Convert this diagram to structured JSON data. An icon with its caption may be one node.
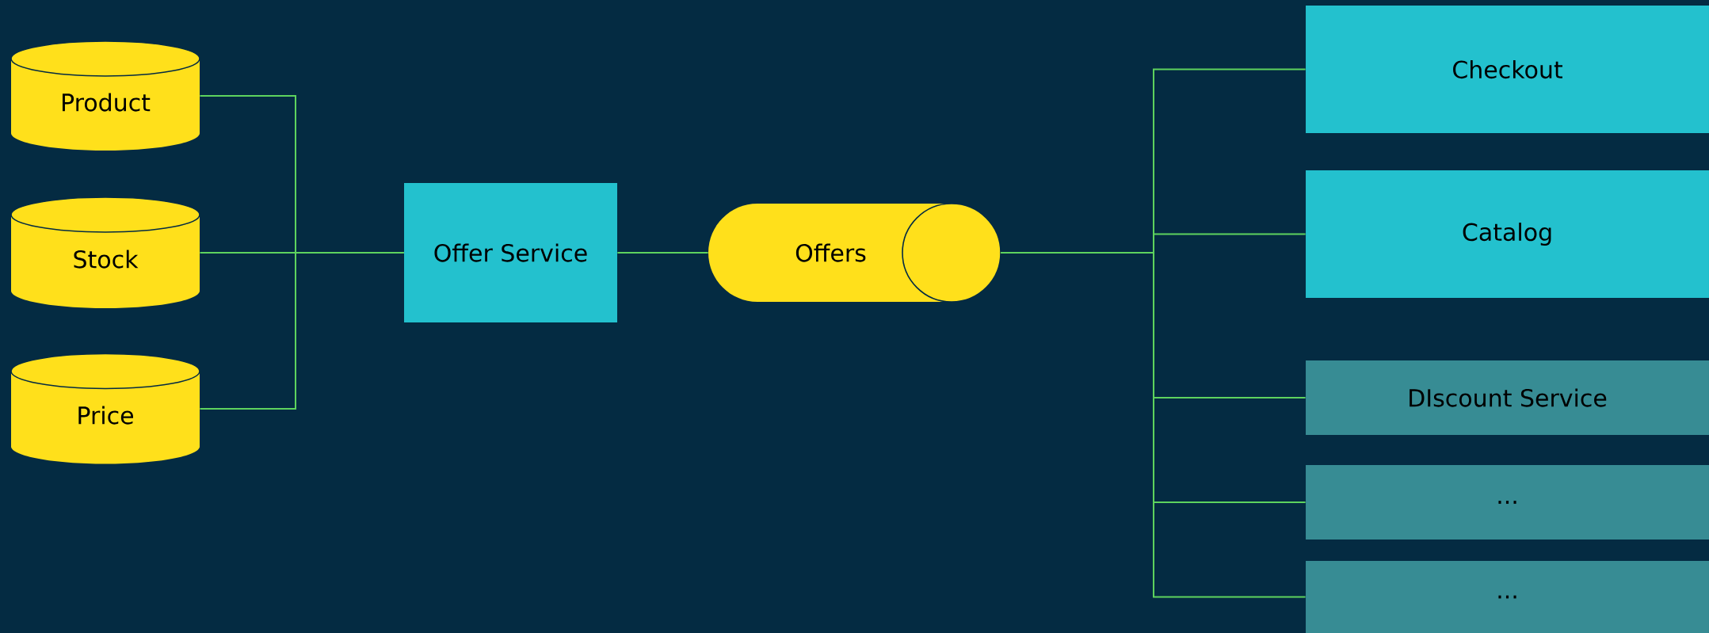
{
  "diagram": {
    "nodes": [
      {
        "text": [
          "Product"
        ]
      },
      {
        "text": [
          "Stock"
        ]
      },
      {
        "text": [
          "Price"
        ]
      },
      {
        "text": [
          "Offer Service"
        ]
      },
      {
        "text": [
          "Offers"
        ]
      },
      {
        "text": [
          "Checkout"
        ]
      },
      {
        "text": [
          "Catalog"
        ]
      },
      {
        "text": [
          "DIscount Service"
        ]
      },
      {
        "text": [
          "..."
        ]
      },
      {
        "text": [
          "..."
        ]
      }
    ],
    "edges": [
      {
        "from": 0,
        "to": 3,
        "arrow": "none"
      },
      {
        "from": 1,
        "to": 3,
        "arrow": "none"
      },
      {
        "from": 2,
        "to": 3,
        "arrow": "none"
      },
      {
        "from": 3,
        "to": 4,
        "arrow": "none"
      },
      {
        "from": 4,
        "to": 5,
        "arrow": "none"
      },
      {
        "from": 4,
        "to": 6,
        "arrow": "none"
      },
      {
        "from": 4,
        "to": 7,
        "arrow": "none"
      },
      {
        "from": 4,
        "to": 8,
        "arrow": "none"
      },
      {
        "from": 4,
        "to": 9,
        "arrow": "none"
      }
    ]
  }
}
